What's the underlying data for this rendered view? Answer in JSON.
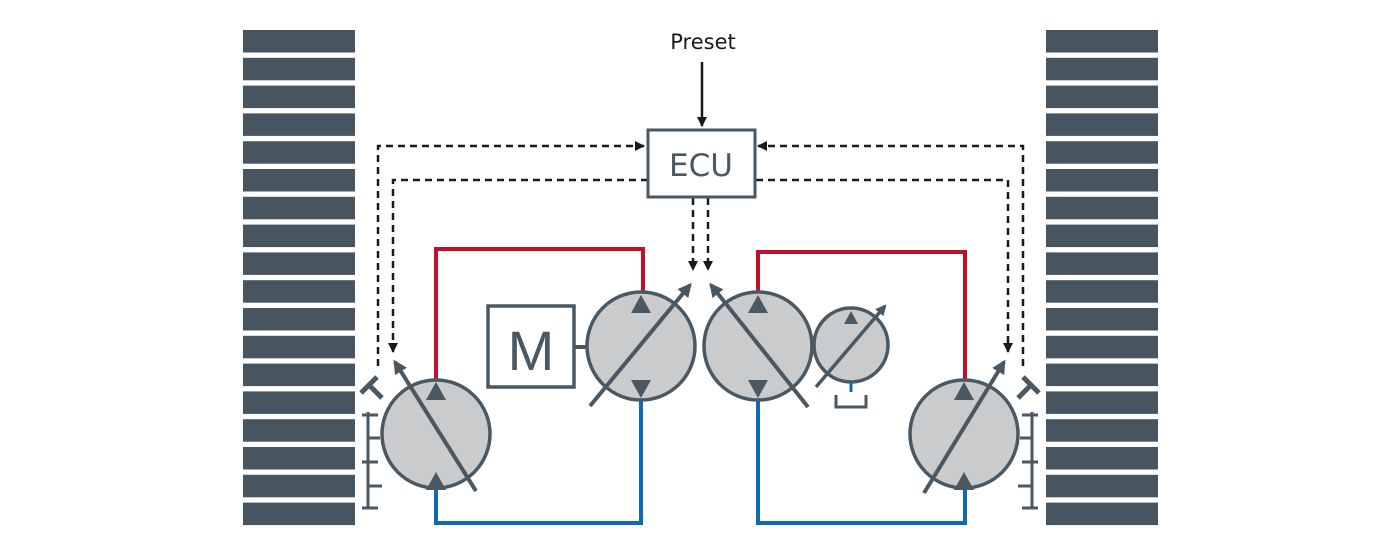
{
  "labels": {
    "preset": "Preset",
    "ecu": "ECU",
    "motor": "M"
  },
  "colors": {
    "track": "#475560",
    "unit_stroke": "#4a5863",
    "unit_fill": "#c9cbcd",
    "pressure_line": "#c0112a",
    "return_line": "#0f6ab3",
    "signal_line": "#1a1a1a"
  },
  "icons": {
    "motor_left": "variable-hydraulic-motor-icon",
    "pump_main_left": "variable-hydraulic-pump-icon",
    "pump_main_right": "variable-hydraulic-pump-icon",
    "charge_pump": "charge-pump-icon",
    "motor_right": "variable-hydraulic-motor-icon",
    "tank": "tank-icon"
  }
}
